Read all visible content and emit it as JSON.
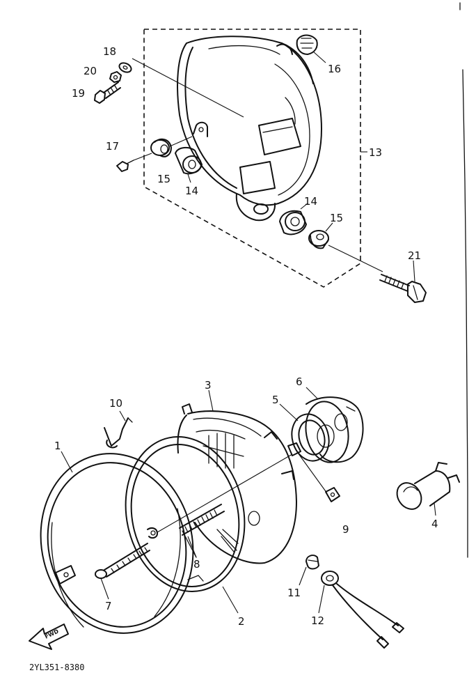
{
  "diagram_code": "2YL351-8380",
  "front_arrow_text": "FWD",
  "part_labels": {
    "p1": "1",
    "p2": "2",
    "p3": "3",
    "p4": "4",
    "p5": "5",
    "p6": "6",
    "p7": "7",
    "p8": "8",
    "p9": "9",
    "p10": "10",
    "p11": "11",
    "p12": "12",
    "p13": "13",
    "p14a": "14",
    "p14b": "14",
    "p15a": "15",
    "p15b": "15",
    "p16": "16",
    "p17": "17",
    "p18": "18",
    "p19": "19",
    "p20": "20",
    "p21": "21"
  }
}
